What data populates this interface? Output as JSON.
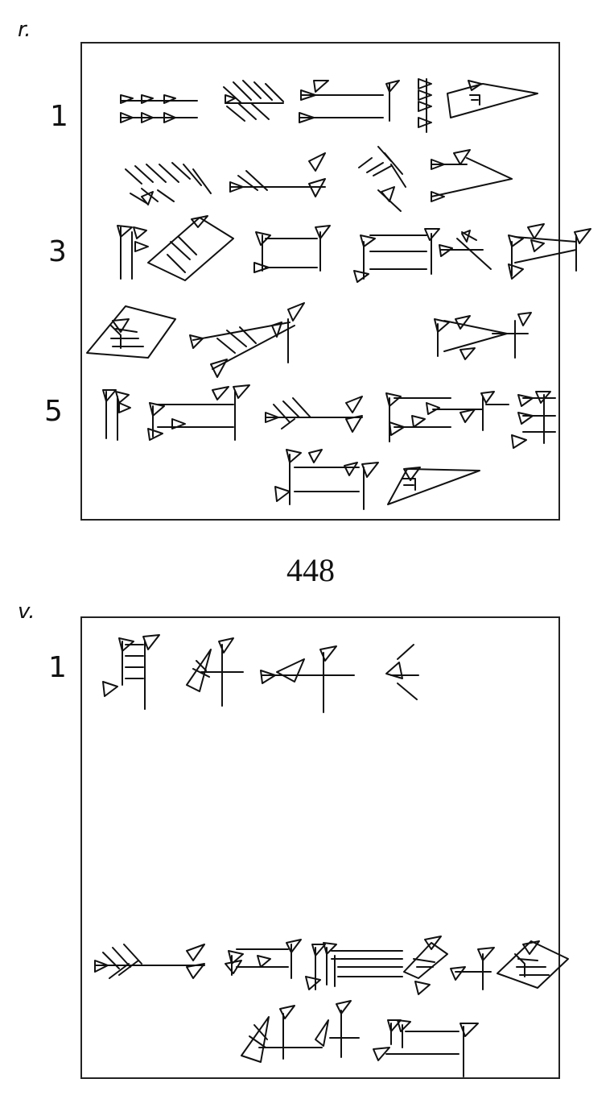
{
  "obverse": {
    "label": "r.",
    "line_numbers": [
      "1",
      "3",
      "5"
    ]
  },
  "plate_number": "448",
  "reverse": {
    "label": "v.",
    "line_numbers": [
      "1"
    ]
  }
}
